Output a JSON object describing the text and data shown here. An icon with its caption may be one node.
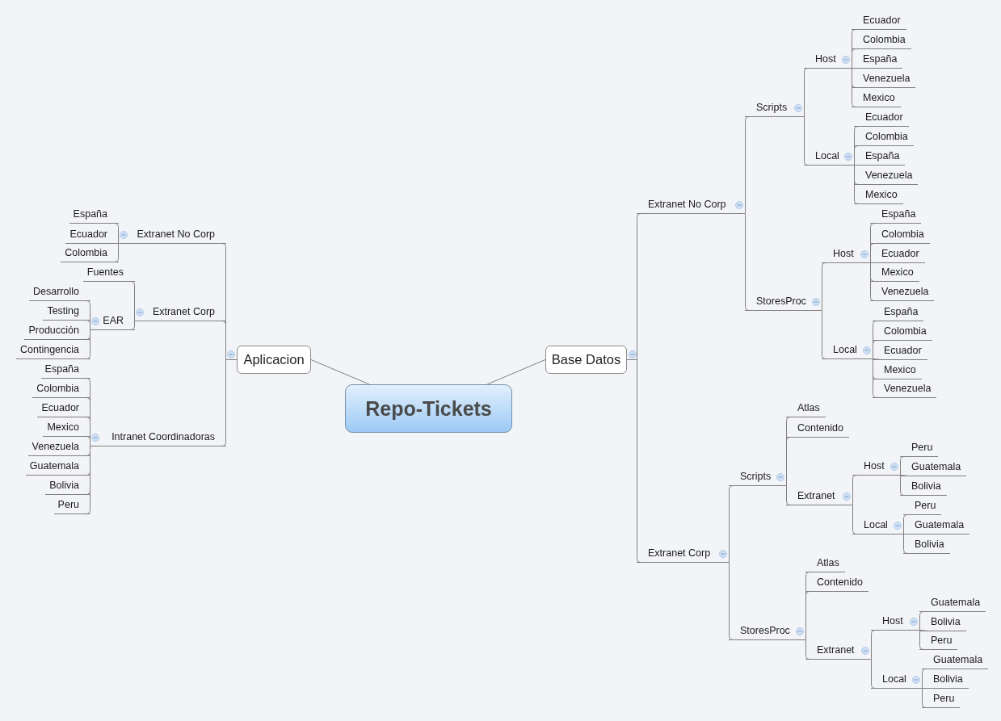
{
  "diagram": {
    "nodes": [
      {
        "text": [
          "Repo-Tickets"
        ]
      },
      {
        "text": [
          "Aplicacion"
        ]
      },
      {
        "text": [
          "Extranet No Corp"
        ]
      },
      {
        "text": [
          "España"
        ]
      },
      {
        "text": [
          "Ecuador"
        ]
      },
      {
        "text": [
          "Colombia"
        ]
      },
      {
        "text": [
          "Extranet Corp"
        ]
      },
      {
        "text": [
          "Fuentes"
        ]
      },
      {
        "text": [
          "EAR"
        ]
      },
      {
        "text": [
          "Desarrollo"
        ]
      },
      {
        "text": [
          "Testing"
        ]
      },
      {
        "text": [
          "Producción"
        ]
      },
      {
        "text": [
          "Contingencia"
        ]
      },
      {
        "text": [
          "Intranet Coordinadoras"
        ]
      },
      {
        "text": [
          "España"
        ]
      },
      {
        "text": [
          "Colombia"
        ]
      },
      {
        "text": [
          "Ecuador"
        ]
      },
      {
        "text": [
          "Mexico"
        ]
      },
      {
        "text": [
          "Venezuela"
        ]
      },
      {
        "text": [
          "Guatemala"
        ]
      },
      {
        "text": [
          "Bolivia"
        ]
      },
      {
        "text": [
          "Peru"
        ]
      },
      {
        "text": [
          "Base Datos"
        ]
      },
      {
        "text": [
          "Extranet No Corp"
        ]
      },
      {
        "text": [
          "Scripts"
        ]
      },
      {
        "text": [
          "Host"
        ]
      },
      {
        "text": [
          "Ecuador"
        ]
      },
      {
        "text": [
          "Colombia"
        ]
      },
      {
        "text": [
          "España"
        ]
      },
      {
        "text": [
          "Venezuela"
        ]
      },
      {
        "text": [
          "Mexico"
        ]
      },
      {
        "text": [
          "Local"
        ]
      },
      {
        "text": [
          "Ecuador"
        ]
      },
      {
        "text": [
          "Colombia"
        ]
      },
      {
        "text": [
          "España"
        ]
      },
      {
        "text": [
          "Venezuela"
        ]
      },
      {
        "text": [
          "Mexico"
        ]
      },
      {
        "text": [
          "StoresProc"
        ]
      },
      {
        "text": [
          "Host"
        ]
      },
      {
        "text": [
          "España"
        ]
      },
      {
        "text": [
          "Colombia"
        ]
      },
      {
        "text": [
          "Ecuador"
        ]
      },
      {
        "text": [
          "Mexico"
        ]
      },
      {
        "text": [
          "Venezuela"
        ]
      },
      {
        "text": [
          "Local"
        ]
      },
      {
        "text": [
          "España"
        ]
      },
      {
        "text": [
          "Colombia"
        ]
      },
      {
        "text": [
          "Ecuador"
        ]
      },
      {
        "text": [
          "Mexico"
        ]
      },
      {
        "text": [
          "Venezuela"
        ]
      },
      {
        "text": [
          "Extranet Corp"
        ]
      },
      {
        "text": [
          "Scripts"
        ]
      },
      {
        "text": [
          "Atlas"
        ]
      },
      {
        "text": [
          "Contenido"
        ]
      },
      {
        "text": [
          "Extranet"
        ]
      },
      {
        "text": [
          "Host"
        ]
      },
      {
        "text": [
          "Peru"
        ]
      },
      {
        "text": [
          "Guatemala"
        ]
      },
      {
        "text": [
          "Bolivia"
        ]
      },
      {
        "text": [
          "Local"
        ]
      },
      {
        "text": [
          "Peru"
        ]
      },
      {
        "text": [
          "Guatemala"
        ]
      },
      {
        "text": [
          "Bolivia"
        ]
      },
      {
        "text": [
          "StoresProc"
        ]
      },
      {
        "text": [
          "Atlas"
        ]
      },
      {
        "text": [
          "Contenido"
        ]
      },
      {
        "text": [
          "Extranet"
        ]
      },
      {
        "text": [
          "Host"
        ]
      },
      {
        "text": [
          "Guatemala"
        ]
      },
      {
        "text": [
          "Bolivia"
        ]
      },
      {
        "text": [
          "Peru"
        ]
      },
      {
        "text": [
          "Local"
        ]
      },
      {
        "text": [
          "Guatemala"
        ]
      },
      {
        "text": [
          "Bolivia"
        ]
      },
      {
        "text": [
          "Peru"
        ]
      }
    ],
    "edges": [
      {
        "from": 0,
        "to": 1,
        "arrow": "none"
      },
      {
        "from": 1,
        "to": 2,
        "arrow": "none"
      },
      {
        "from": 2,
        "to": 3,
        "arrow": "none"
      },
      {
        "from": 2,
        "to": 4,
        "arrow": "none"
      },
      {
        "from": 2,
        "to": 5,
        "arrow": "none"
      },
      {
        "from": 1,
        "to": 6,
        "arrow": "none"
      },
      {
        "from": 6,
        "to": 7,
        "arrow": "none"
      },
      {
        "from": 6,
        "to": 8,
        "arrow": "none"
      },
      {
        "from": 8,
        "to": 9,
        "arrow": "none"
      },
      {
        "from": 8,
        "to": 10,
        "arrow": "none"
      },
      {
        "from": 8,
        "to": 11,
        "arrow": "none"
      },
      {
        "from": 8,
        "to": 12,
        "arrow": "none"
      },
      {
        "from": 1,
        "to": 13,
        "arrow": "none"
      },
      {
        "from": 13,
        "to": 14,
        "arrow": "none"
      },
      {
        "from": 13,
        "to": 15,
        "arrow": "none"
      },
      {
        "from": 13,
        "to": 16,
        "arrow": "none"
      },
      {
        "from": 13,
        "to": 17,
        "arrow": "none"
      },
      {
        "from": 13,
        "to": 18,
        "arrow": "none"
      },
      {
        "from": 13,
        "to": 19,
        "arrow": "none"
      },
      {
        "from": 13,
        "to": 20,
        "arrow": "none"
      },
      {
        "from": 13,
        "to": 21,
        "arrow": "none"
      },
      {
        "from": 0,
        "to": 22,
        "arrow": "none"
      },
      {
        "from": 22,
        "to": 23,
        "arrow": "none"
      },
      {
        "from": 23,
        "to": 24,
        "arrow": "none"
      },
      {
        "from": 24,
        "to": 25,
        "arrow": "none"
      },
      {
        "from": 25,
        "to": 26,
        "arrow": "none"
      },
      {
        "from": 25,
        "to": 27,
        "arrow": "none"
      },
      {
        "from": 25,
        "to": 28,
        "arrow": "none"
      },
      {
        "from": 25,
        "to": 29,
        "arrow": "none"
      },
      {
        "from": 25,
        "to": 30,
        "arrow": "none"
      },
      {
        "from": 24,
        "to": 31,
        "arrow": "none"
      },
      {
        "from": 31,
        "to": 32,
        "arrow": "none"
      },
      {
        "from": 31,
        "to": 33,
        "arrow": "none"
      },
      {
        "from": 31,
        "to": 34,
        "arrow": "none"
      },
      {
        "from": 31,
        "to": 35,
        "arrow": "none"
      },
      {
        "from": 31,
        "to": 36,
        "arrow": "none"
      },
      {
        "from": 23,
        "to": 37,
        "arrow": "none"
      },
      {
        "from": 37,
        "to": 38,
        "arrow": "none"
      },
      {
        "from": 38,
        "to": 39,
        "arrow": "none"
      },
      {
        "from": 38,
        "to": 40,
        "arrow": "none"
      },
      {
        "from": 38,
        "to": 41,
        "arrow": "none"
      },
      {
        "from": 38,
        "to": 42,
        "arrow": "none"
      },
      {
        "from": 38,
        "to": 43,
        "arrow": "none"
      },
      {
        "from": 37,
        "to": 44,
        "arrow": "none"
      },
      {
        "from": 44,
        "to": 45,
        "arrow": "none"
      },
      {
        "from": 44,
        "to": 46,
        "arrow": "none"
      },
      {
        "from": 44,
        "to": 47,
        "arrow": "none"
      },
      {
        "from": 44,
        "to": 48,
        "arrow": "none"
      },
      {
        "from": 44,
        "to": 49,
        "arrow": "none"
      },
      {
        "from": 22,
        "to": 50,
        "arrow": "none"
      },
      {
        "from": 50,
        "to": 51,
        "arrow": "none"
      },
      {
        "from": 51,
        "to": 52,
        "arrow": "none"
      },
      {
        "from": 51,
        "to": 53,
        "arrow": "none"
      },
      {
        "from": 51,
        "to": 54,
        "arrow": "none"
      },
      {
        "from": 54,
        "to": 55,
        "arrow": "none"
      },
      {
        "from": 55,
        "to": 56,
        "arrow": "none"
      },
      {
        "from": 55,
        "to": 57,
        "arrow": "none"
      },
      {
        "from": 55,
        "to": 58,
        "arrow": "none"
      },
      {
        "from": 54,
        "to": 59,
        "arrow": "none"
      },
      {
        "from": 59,
        "to": 60,
        "arrow": "none"
      },
      {
        "from": 59,
        "to": 61,
        "arrow": "none"
      },
      {
        "from": 59,
        "to": 62,
        "arrow": "none"
      },
      {
        "from": 50,
        "to": 63,
        "arrow": "none"
      },
      {
        "from": 63,
        "to": 64,
        "arrow": "none"
      },
      {
        "from": 63,
        "to": 65,
        "arrow": "none"
      },
      {
        "from": 63,
        "to": 66,
        "arrow": "none"
      },
      {
        "from": 66,
        "to": 67,
        "arrow": "none"
      },
      {
        "from": 67,
        "to": 68,
        "arrow": "none"
      },
      {
        "from": 67,
        "to": 69,
        "arrow": "none"
      },
      {
        "from": 67,
        "to": 70,
        "arrow": "none"
      },
      {
        "from": 66,
        "to": 71,
        "arrow": "none"
      },
      {
        "from": 71,
        "to": 72,
        "arrow": "none"
      },
      {
        "from": 71,
        "to": 73,
        "arrow": "none"
      },
      {
        "from": 71,
        "to": 74,
        "arrow": "none"
      }
    ]
  }
}
